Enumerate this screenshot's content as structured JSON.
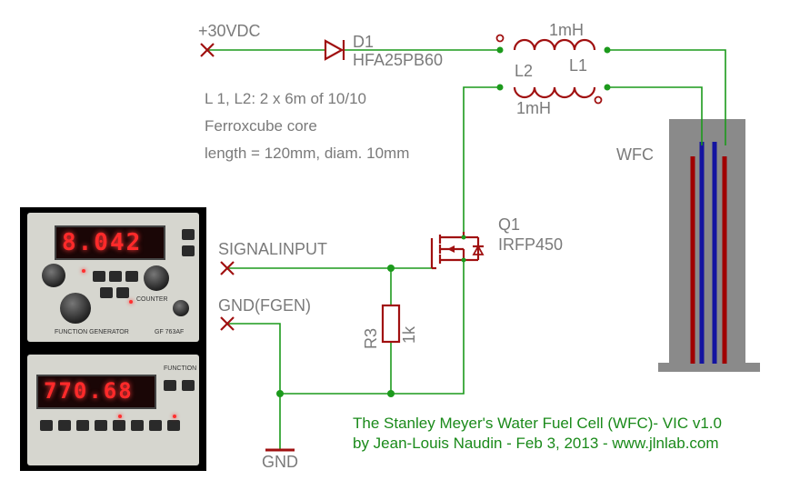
{
  "supply_label": "+30VDC",
  "diode": {
    "ref": "D1",
    "part": "HFA25PB60"
  },
  "inductor_top_value": "1mH",
  "inductor_bottom_value": "1mH",
  "inductor_refs": {
    "l2": "L2",
    "l1": "L1"
  },
  "notes": [
    "L 1, L2: 2 x 6m of 10/10",
    "Ferroxcube core",
    "length = 120mm, diam. 10mm"
  ],
  "wfc_label": "WFC",
  "transistor": {
    "ref": "Q1",
    "part": "IRFP450"
  },
  "signal_input_label": "SIGNALINPUT",
  "gnd_fgen_label": "GND(FGEN)",
  "resistor": {
    "ref": "R3",
    "value": "1k"
  },
  "gnd_label": "GND",
  "credit": {
    "line1": "The Stanley Meyer's Water Fuel Cell (WFC)- VIC v1.0",
    "line2": "by Jean-Louis Naudin - Feb 3, 2013 - www.jlnlab.com"
  },
  "photo": {
    "upper_display": "8.042",
    "lower_display": "770.68",
    "upper_model": "GF 763AF",
    "upper_brand": "FUNCTION GENERATOR",
    "counter_label": "COUNTER",
    "function_label": "FUNCTION"
  },
  "colors": {
    "wire": "#1c9a1c",
    "part": "#a01010",
    "electrode_red": "#a00000",
    "electrode_blue": "#1414a0",
    "cell_gray": "#8a8a8a"
  }
}
